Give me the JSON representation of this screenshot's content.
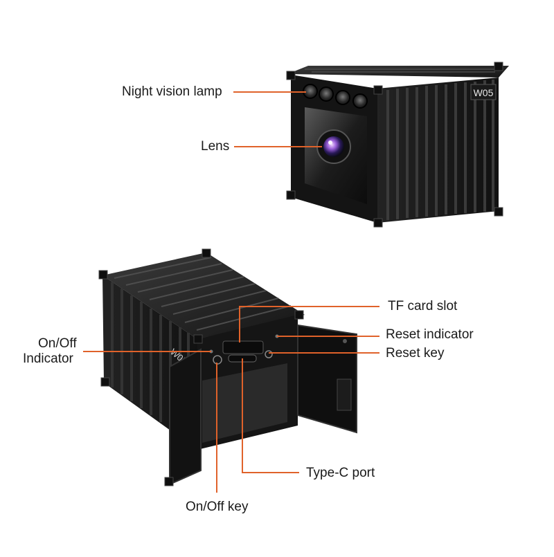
{
  "labels": {
    "night_vision_lamp": "Night vision lamp",
    "lens": "Lens",
    "tf_card_slot": "TF card slot",
    "reset_indicator": "Reset indicator",
    "reset_key": "Reset key",
    "onoff_indicator_line1": "On/Off",
    "onoff_indicator_line2": "Indicator",
    "type_c_port": "Type-C port",
    "onoff_key": "On/Off key"
  },
  "product": {
    "model_badge": "W05"
  },
  "colors": {
    "leader": "#e0622a",
    "body_dark": "#1b1b1b",
    "body_mid": "#2c2c2c",
    "rib": "#3a3a3a",
    "text": "#1a1a1a"
  },
  "icons": [
    "power-icon",
    "reset-icon"
  ]
}
